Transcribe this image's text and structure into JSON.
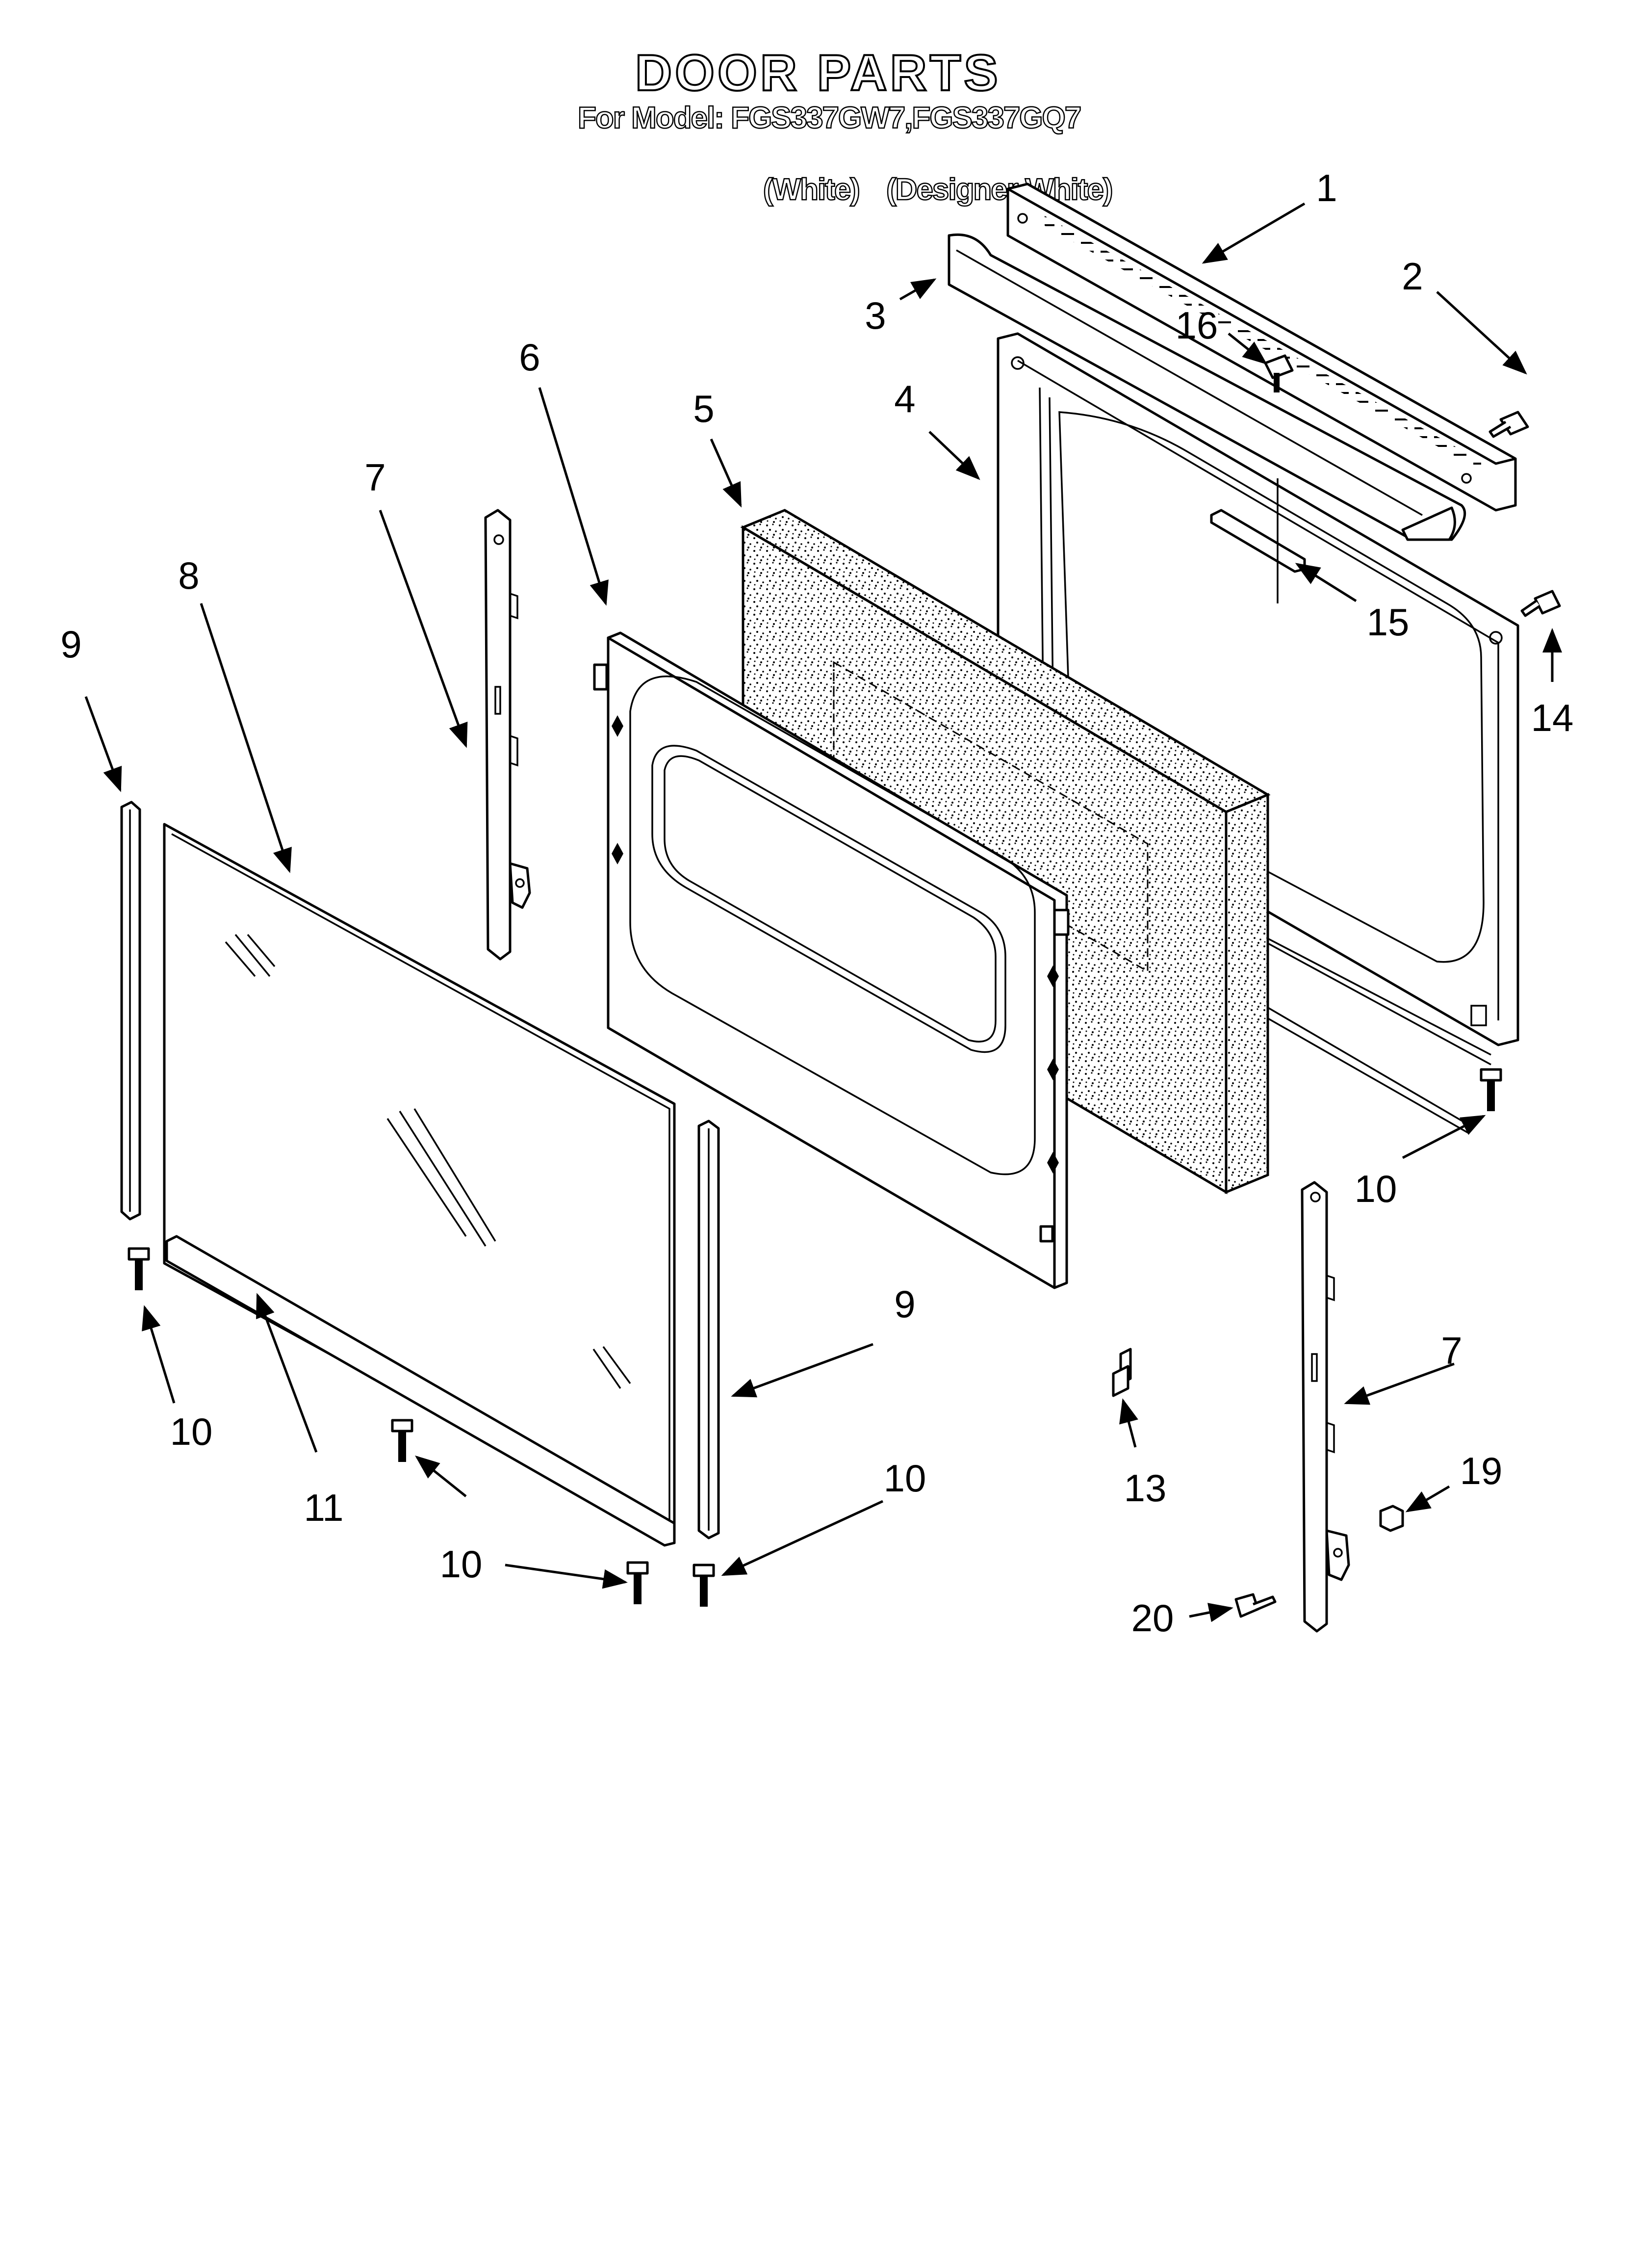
{
  "header": {
    "title": "DOOR PARTS",
    "model_line": "For Model: FGS337GW7,FGS337GQ7",
    "color_labels": [
      "(White)",
      "(Designer White)"
    ]
  },
  "callouts": [
    {
      "id": "c1",
      "label": "1"
    },
    {
      "id": "c2",
      "label": "2"
    },
    {
      "id": "c3",
      "label": "3"
    },
    {
      "id": "c4",
      "label": "4"
    },
    {
      "id": "c5",
      "label": "5"
    },
    {
      "id": "c6",
      "label": "6"
    },
    {
      "id": "c7a",
      "label": "7"
    },
    {
      "id": "c8",
      "label": "8"
    },
    {
      "id": "c9a",
      "label": "9"
    },
    {
      "id": "c16",
      "label": "16"
    },
    {
      "id": "c15",
      "label": "15"
    },
    {
      "id": "c14",
      "label": "14"
    },
    {
      "id": "c10a",
      "label": "10"
    },
    {
      "id": "c10b",
      "label": "10"
    },
    {
      "id": "c9b",
      "label": "9"
    },
    {
      "id": "c7b",
      "label": "7"
    },
    {
      "id": "c11",
      "label": "11"
    },
    {
      "id": "c10c",
      "label": "10"
    },
    {
      "id": "c10d",
      "label": "10"
    },
    {
      "id": "c13",
      "label": "13"
    },
    {
      "id": "c19",
      "label": "19"
    },
    {
      "id": "c20",
      "label": "20"
    }
  ]
}
